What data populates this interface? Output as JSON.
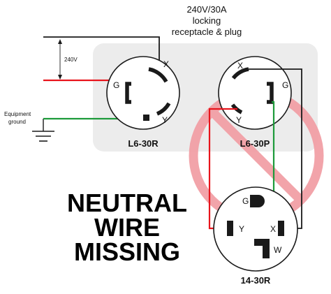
{
  "header": {
    "line1": "240V/30A",
    "line2": "locking",
    "line3": "receptacle & plug"
  },
  "voltage_label": "240V",
  "equipment_ground": {
    "line1": "Equipment",
    "line2": "ground"
  },
  "receptacle_l630r": {
    "name": "L6-30R",
    "pins": {
      "x": "X",
      "g": "G",
      "y": "Y"
    }
  },
  "plug_l630p": {
    "name": "L6-30P",
    "pins": {
      "x": "X",
      "g": "G",
      "y": "Y"
    }
  },
  "receptacle_1430r": {
    "name": "14-30R",
    "pins": {
      "g": "G",
      "y": "Y",
      "x": "X",
      "w": "W"
    }
  },
  "warning_text": {
    "line1": "NEUTRAL",
    "line2": "WIRE",
    "line3": "MISSING"
  },
  "colors": {
    "hot_wire": "#1a1a1a",
    "second_hot_wire": "#e8141c",
    "ground_wire": "#1d9a3a",
    "prohibition_sign": "#f2a0a6",
    "device_panel": "#ececec"
  },
  "icons": {
    "prohibition": "no-sign-icon",
    "ground": "ground-symbol-icon"
  }
}
